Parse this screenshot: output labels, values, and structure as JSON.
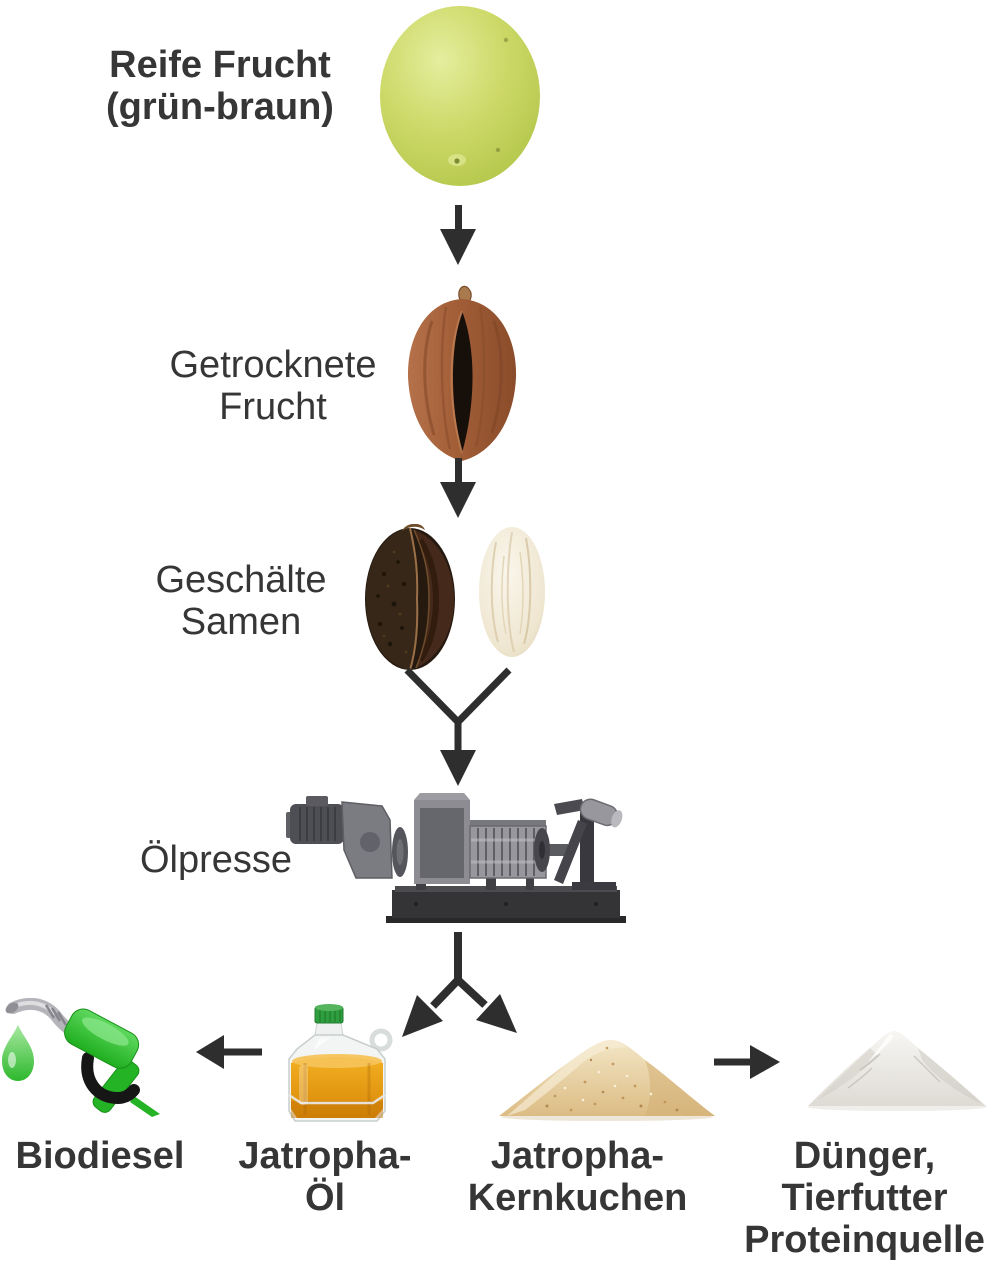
{
  "diagram_type": "process-flow",
  "language": "de",
  "stages": [
    {
      "label": "Reife Frucht\n(grün-braun)",
      "image": "ripe-jatropha-fruit",
      "emphasis": "bold"
    },
    {
      "label": "Getrocknete\nFrucht",
      "image": "dried-jatropha-fruit",
      "emphasis": "regular"
    },
    {
      "label": "Geschälte\nSamen",
      "image": "shelled-seeds",
      "emphasis": "regular"
    },
    {
      "label": "Ölpresse",
      "image": "oil-press-machine",
      "emphasis": "regular"
    }
  ],
  "outputs": [
    {
      "label": "Biodiesel",
      "image": "fuel-nozzle-with-drop",
      "emphasis": "bold"
    },
    {
      "label": "Jatropha-\nÖl",
      "image": "oil-bottle",
      "emphasis": "bold"
    },
    {
      "label": "Jatropha-\nKernkuchen",
      "image": "seed-cake-pile",
      "emphasis": "bold"
    },
    {
      "label": "Dünger,\nTierfutter\nProteinquelle",
      "image": "white-powder-pile",
      "emphasis": "bold"
    }
  ],
  "arrows": [
    "arrow-ripe-to-dried",
    "arrow-dried-to-seeds",
    "merge-seeds-to-press",
    "split-press-to-oil-and-cake",
    "arrow-oil-to-biodiesel",
    "arrow-cake-to-fertilizer"
  ],
  "colors": {
    "background": "#ffffff",
    "text": "#363636",
    "arrow": "#2e2e2e",
    "fruit_green": "#c2d45c",
    "dried_fruit_brown": "#a25e37",
    "seed_dark_brown": "#372718",
    "seed_cream": "#efe6d0",
    "machine_gray": "#6e6e74",
    "oil_amber": "#e89b12",
    "bottle_cap_green": "#2f9e3f",
    "nozzle_green": "#2ec02e",
    "cake_tan": "#e3c08a",
    "powder_white": "#e9e7e1"
  }
}
